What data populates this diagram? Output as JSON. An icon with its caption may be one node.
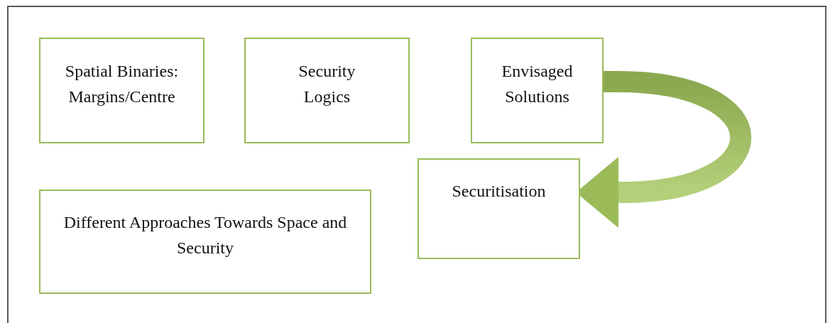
{
  "diagram": {
    "nodes": [
      {
        "text": [
          "Spatial Binaries: Margins/Centre"
        ]
      },
      {
        "text": [
          "Security Logics"
        ]
      },
      {
        "text": [
          "Envisaged Solutions"
        ]
      },
      {
        "text": [
          "Securitisation"
        ]
      },
      {
        "text": [
          "Different Approaches Towards Space and Security"
        ]
      }
    ],
    "edges": [
      {
        "from": 2,
        "to": 3,
        "arrow": "to",
        "style": "thick",
        "color": "#9bbb59"
      }
    ]
  }
}
